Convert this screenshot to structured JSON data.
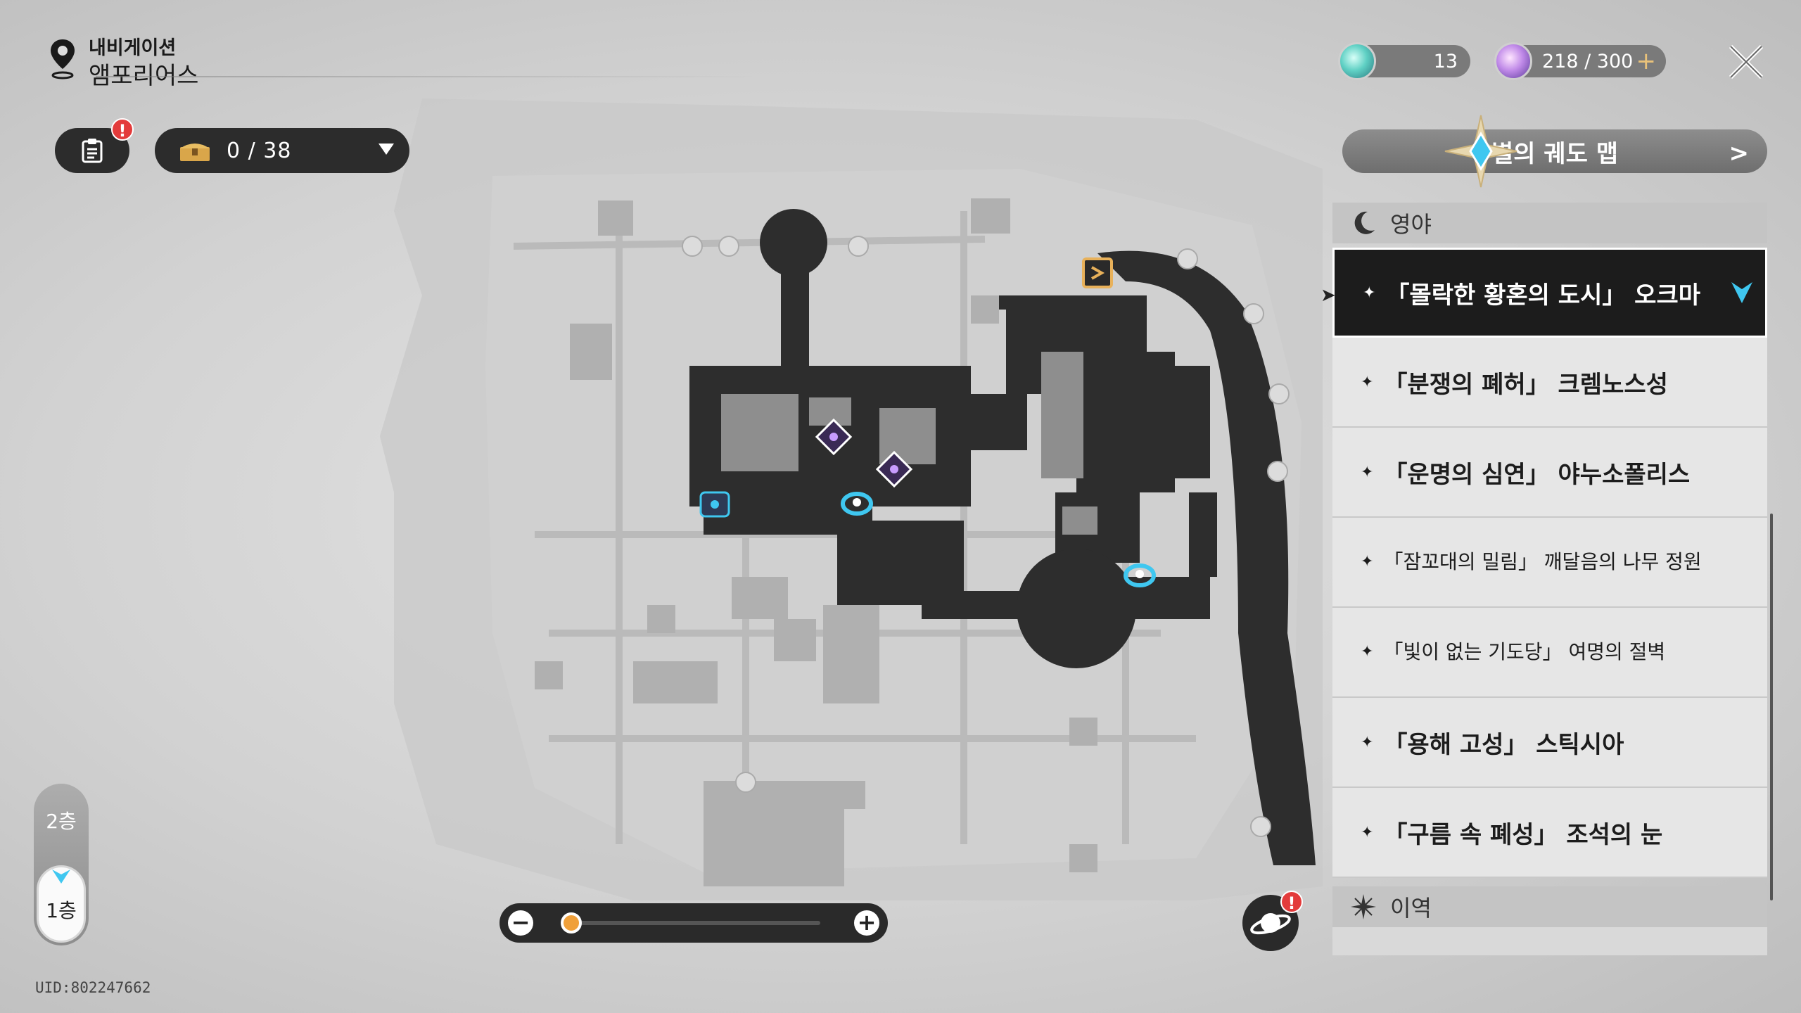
{
  "header": {
    "nav_label": "내비게이션",
    "location": "앰포리어스"
  },
  "currencies": [
    {
      "icon": "fuel-crystal-icon",
      "value": "13"
    },
    {
      "icon": "trailblaze-power-icon",
      "value": "218 / 300",
      "plus": "+"
    }
  ],
  "toolbar": {
    "task_badge": "!",
    "chest_count": "0 / 38"
  },
  "panel": {
    "title": "별의 궤도 맵",
    "chevron": ">",
    "section_night": "영야",
    "section_foreign": "이역",
    "items": [
      {
        "label": "「몰락한 황혼의 도시」 오크마",
        "active": true
      },
      {
        "label": "「분쟁의 폐허」 크렘노스성"
      },
      {
        "label": "「운명의 심연」 야누소폴리스"
      },
      {
        "label": "「잠꼬대의 밀림」 깨달음의 나무 정원"
      },
      {
        "label": "「빛이 없는 기도당」 여명의 절벽"
      },
      {
        "label": "「용해 고성」 스틱시아"
      },
      {
        "label": "「구름 속 폐성」 조석의 눈"
      }
    ]
  },
  "floors": {
    "upper": "2층",
    "lower": "1층",
    "current": "1층"
  },
  "zoom": {
    "minus": "−",
    "plus": "+",
    "level": 0.0
  },
  "planet_badge": "!",
  "uid": "UID:802247662",
  "colors": {
    "accent": "#f0a03a",
    "marker": "#3fc7f0",
    "badge": "#e33b3b",
    "dark": "#2a2a2a"
  }
}
